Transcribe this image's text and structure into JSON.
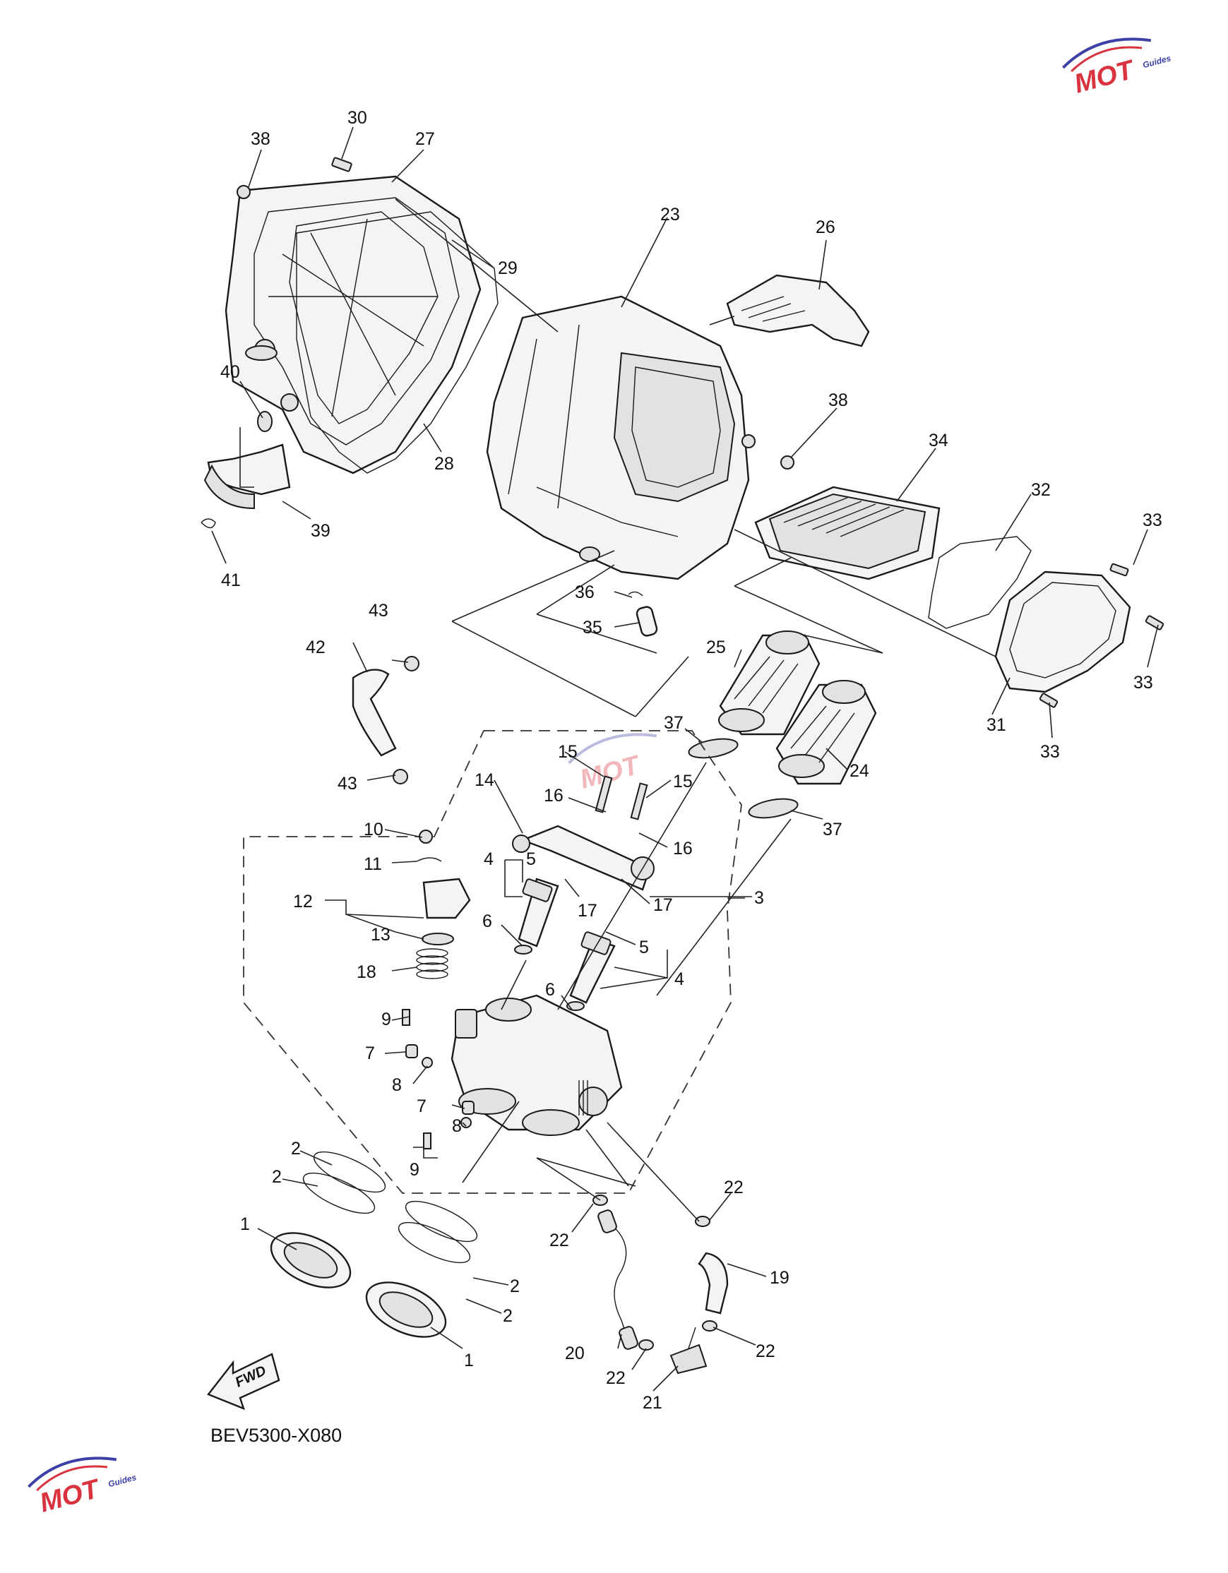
{
  "diagram_code": "BEV5300-X080",
  "direction_label": "FWD",
  "watermark": {
    "text": "MOT",
    "subtext": "Guides",
    "colors": {
      "red": "#d9333f",
      "blue": "#3b3fa6"
    }
  },
  "callouts": {
    "c1a": "1",
    "c1b": "1",
    "c2a": "2",
    "c2b": "2",
    "c2c": "2",
    "c2d": "2",
    "c3": "3",
    "c4a": "4",
    "c4b": "4",
    "c5a": "5",
    "c5b": "5",
    "c6a": "6",
    "c6b": "6",
    "c7a": "7",
    "c7b": "7",
    "c8a": "8",
    "c8b": "8",
    "c9a": "9",
    "c9b": "9",
    "c10": "10",
    "c11": "11",
    "c12": "12",
    "c13": "13",
    "c14": "14",
    "c15a": "15",
    "c15b": "15",
    "c16a": "16",
    "c16b": "16",
    "c17a": "17",
    "c17b": "17",
    "c18": "18",
    "c19": "19",
    "c20": "20",
    "c21": "21",
    "c22a": "22",
    "c22b": "22",
    "c22c": "22",
    "c22d": "22",
    "c23": "23",
    "c24": "24",
    "c25": "25",
    "c26": "26",
    "c27": "27",
    "c28": "28",
    "c29": "29",
    "c30": "30",
    "c31": "31",
    "c32": "32",
    "c33a": "33",
    "c33b": "33",
    "c33c": "33",
    "c34": "34",
    "c35": "35",
    "c36": "36",
    "c37a": "37",
    "c37b": "37",
    "c38a": "38",
    "c38b": "38",
    "c39": "39",
    "c40": "40",
    "c41": "41",
    "c42": "42",
    "c43a": "43",
    "c43b": "43"
  }
}
